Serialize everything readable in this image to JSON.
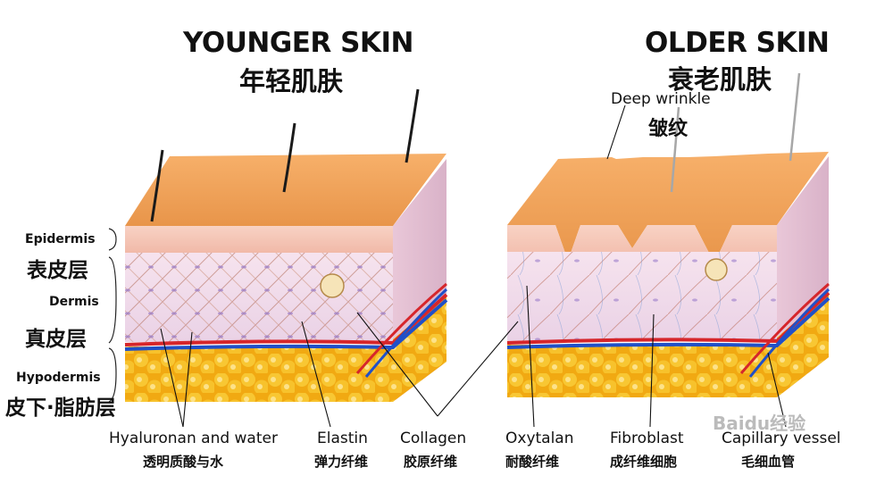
{
  "titles": {
    "younger_en": "YOUNGER SKIN",
    "younger_cn": "年轻肌肤",
    "older_en": "OLDER SKIN",
    "older_cn": "衰老肌肤"
  },
  "layers": {
    "epidermis_en": "Epidermis",
    "epidermis_cn": "表皮层",
    "dermis_en": "Dermis",
    "dermis_cn": "真皮层",
    "hypodermis_en": "Hypodermis",
    "hypodermis_cn": "皮下·脂肪层"
  },
  "callouts": {
    "wrinkle_en": "Deep wrinkle",
    "wrinkle_cn": "皱纹",
    "hyaluronan_en": "Hyaluronan and water",
    "hyaluronan_cn": "透明质酸与水",
    "elastin_en": "Elastin",
    "elastin_cn": "弹力纤维",
    "collagen_en": "Collagen",
    "collagen_cn": "胶原纤维",
    "oxytalan_en": "Oxytalan",
    "oxytalan_cn": "耐酸纤维",
    "fibroblast_en": "Fibroblast",
    "fibroblast_cn": "成纤维细胞",
    "capillary_en": "Capillary vessel",
    "capillary_cn": "毛细血管"
  },
  "watermark": {
    "text": "Baidu经验"
  },
  "colors": {
    "skin_top": "#f3a95e",
    "epidermis": "#f6c9b5",
    "dermis": "#f2dbe8",
    "fat": "#f4b619",
    "artery": "#d6262b",
    "vein": "#2050c8"
  }
}
